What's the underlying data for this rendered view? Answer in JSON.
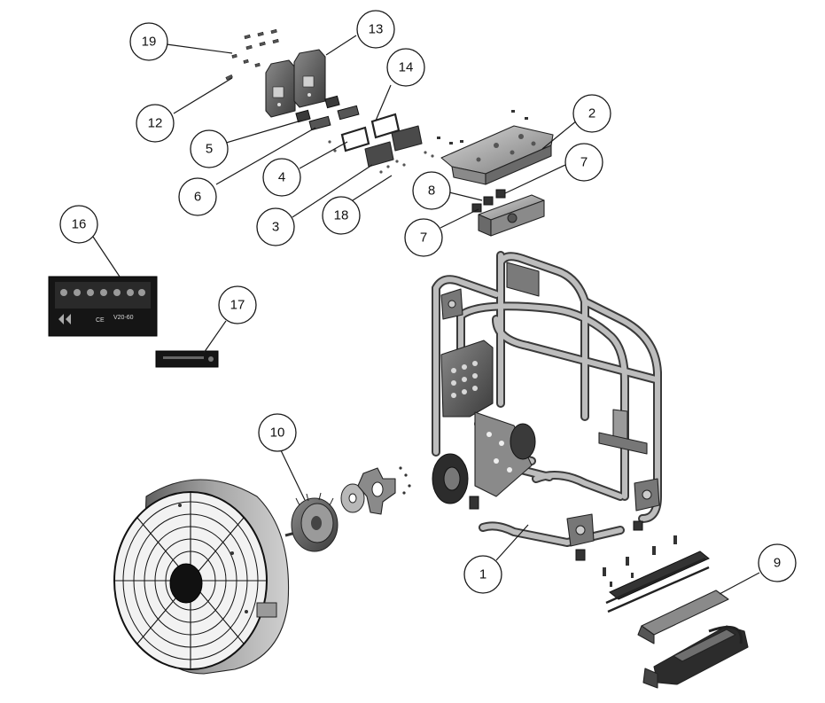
{
  "callouts": [
    {
      "id": "c1",
      "num": "1"
    },
    {
      "id": "c2",
      "num": "2"
    },
    {
      "id": "c3",
      "num": "3"
    },
    {
      "id": "c4",
      "num": "4"
    },
    {
      "id": "c5",
      "num": "5"
    },
    {
      "id": "c6",
      "num": "6"
    },
    {
      "id": "c7a",
      "num": "7"
    },
    {
      "id": "c7b",
      "num": "7"
    },
    {
      "id": "c8",
      "num": "8"
    },
    {
      "id": "c9",
      "num": "9"
    },
    {
      "id": "c10",
      "num": "10"
    },
    {
      "id": "c12",
      "num": "12"
    },
    {
      "id": "c13",
      "num": "13"
    },
    {
      "id": "c14",
      "num": "14"
    },
    {
      "id": "c16",
      "num": "16"
    },
    {
      "id": "c17",
      "num": "17"
    },
    {
      "id": "c18",
      "num": "18"
    },
    {
      "id": "c19",
      "num": "19"
    }
  ],
  "label16": {
    "mark": "CE",
    "model": "V20-60"
  },
  "colors": {
    "metal_light": "#c8c8c8",
    "metal_dark": "#6e6e6e",
    "label_black": "#151515",
    "line": "#1a1a1a"
  }
}
